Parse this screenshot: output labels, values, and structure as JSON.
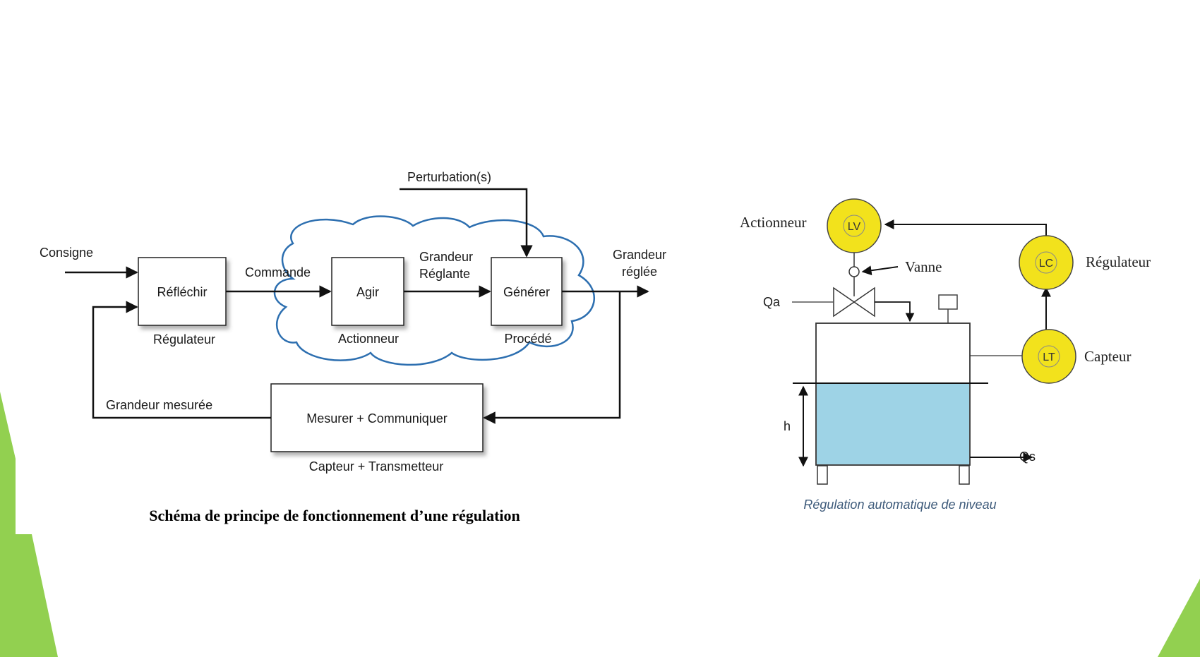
{
  "block_diagram": {
    "setpoint": "Consigne",
    "disturbance": "Perturbation(s)",
    "command": "Commande",
    "manipulated_line1": "Grandeur",
    "manipulated_line2": "Réglante",
    "controlled_line1": "Grandeur",
    "controlled_line2": "réglée",
    "measured": "Grandeur mesurée",
    "blocks": {
      "reflechir": "Réfléchir",
      "agir": "Agir",
      "generer": "Générer",
      "mesurer": "Mesurer + Communiquer"
    },
    "block_roles": {
      "regulateur": "Régulateur",
      "actionneur": "Actionneur",
      "procede": "Procédé",
      "capteur": "Capteur + Transmetteur"
    },
    "caption": "Schéma de principe de fonctionnement d’une régulation"
  },
  "tank_diagram": {
    "actuator_label": "Actionneur",
    "valve_label": "Vanne",
    "controller_label": "Régulateur",
    "sensor_label": "Capteur",
    "inflow": "Qa",
    "outflow": "Qs",
    "level": "h",
    "lv": "LV",
    "lc": "LC",
    "lt": "LT",
    "caption": "Régulation automatique de niveau",
    "instrument_color": "#f2e21c",
    "liquid_color": "#9ed3e6"
  },
  "theme": {
    "accent_green": "#92d050"
  }
}
